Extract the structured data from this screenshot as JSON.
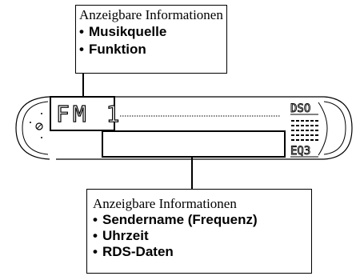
{
  "top_callout": {
    "heading": "Anzeigbare Informationen",
    "items": [
      "Musikquelle",
      "Funktion"
    ]
  },
  "display": {
    "source_segments": "FM 1",
    "indicator_top": "DSO",
    "indicator_bottom": "EQ3"
  },
  "bottom_callout": {
    "heading": "Anzeigbare Informationen",
    "items": [
      "Sendername (Frequenz)",
      "Uhrzeit",
      "RDS-Daten"
    ]
  },
  "colors": {
    "line": "#000000",
    "background": "#ffffff"
  }
}
